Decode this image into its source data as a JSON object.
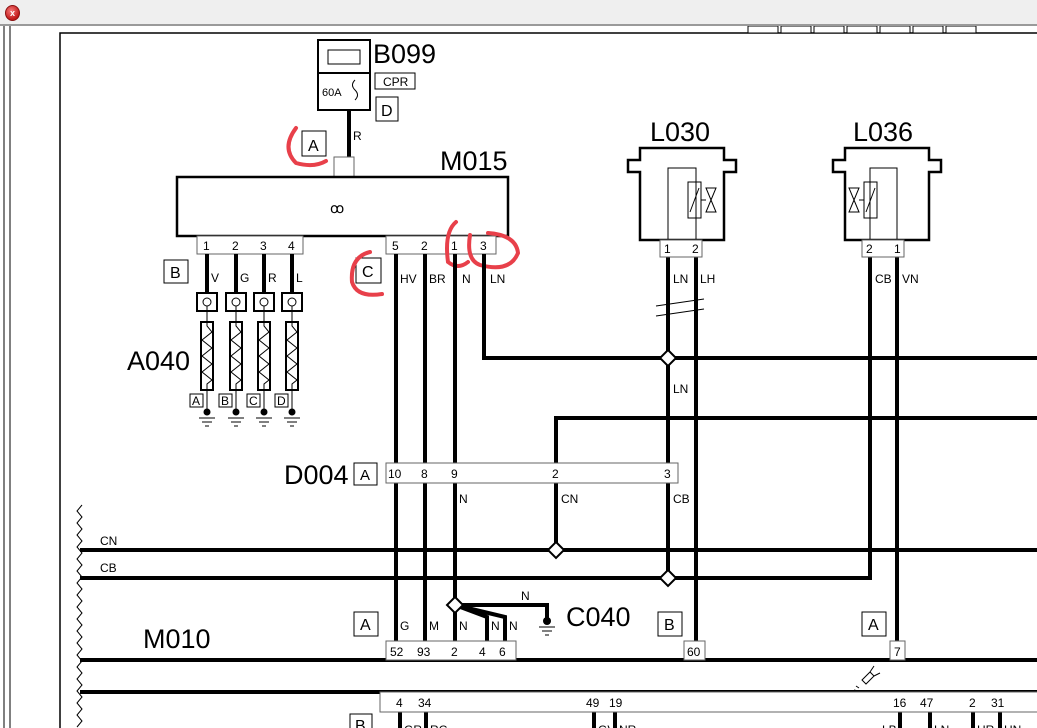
{
  "window": {
    "close_icon": "close-icon"
  },
  "components": {
    "b099": {
      "label": "B099",
      "fuse": "60A",
      "cpr": "CPR",
      "ref": "D"
    },
    "m015": {
      "label": "M015",
      "ref_a": "A",
      "ref_b": "B",
      "ref_c": "C",
      "pins_left": [
        "1",
        "2",
        "3",
        "4"
      ],
      "pins_right": [
        "5",
        "2",
        "1",
        "3"
      ]
    },
    "a040": {
      "label": "A040",
      "refs": [
        "A",
        "B",
        "C",
        "D"
      ]
    },
    "l030": {
      "label": "L030",
      "pins": [
        "1",
        "2"
      ]
    },
    "l036": {
      "label": "L036",
      "pins": [
        "2",
        "1"
      ]
    },
    "d004": {
      "label": "D004",
      "ref": "A",
      "pins": [
        "10",
        "8",
        "9",
        "2",
        "3"
      ]
    },
    "c040": {
      "label": "C040"
    },
    "m010": {
      "label": "M010",
      "ref_a": "A",
      "ref_b1": "B",
      "ref_a2": "A",
      "pins": [
        "52",
        "93",
        "2",
        "4",
        "6"
      ],
      "pin_60": "60",
      "pin_7": "7",
      "ref_b2": "B",
      "bottom_pins": [
        "4",
        "34",
        "49",
        "19",
        "16",
        "47",
        "2",
        "31"
      ]
    }
  },
  "wires": {
    "r": "R",
    "left": [
      "V",
      "G",
      "R",
      "L"
    ],
    "right": [
      "HV",
      "BR",
      "N",
      "LN"
    ],
    "l030": [
      "LN",
      "LH"
    ],
    "l036": [
      "CB",
      "VN"
    ],
    "ln_mid": "LN",
    "d004_n": "N",
    "d004_cn": "CN",
    "d004_cb": "CB",
    "bus_cn": "CN",
    "bus_cb": "CB",
    "m010": [
      "G",
      "M",
      "N",
      "N",
      "N"
    ],
    "c040_n": "N",
    "bottom": [
      "GR",
      "RG",
      "GV",
      "NR",
      "LB",
      "LN",
      "HR",
      "HN"
    ]
  },
  "colors": {
    "annotation": "#e8404a",
    "titlebar": "#efefef"
  }
}
